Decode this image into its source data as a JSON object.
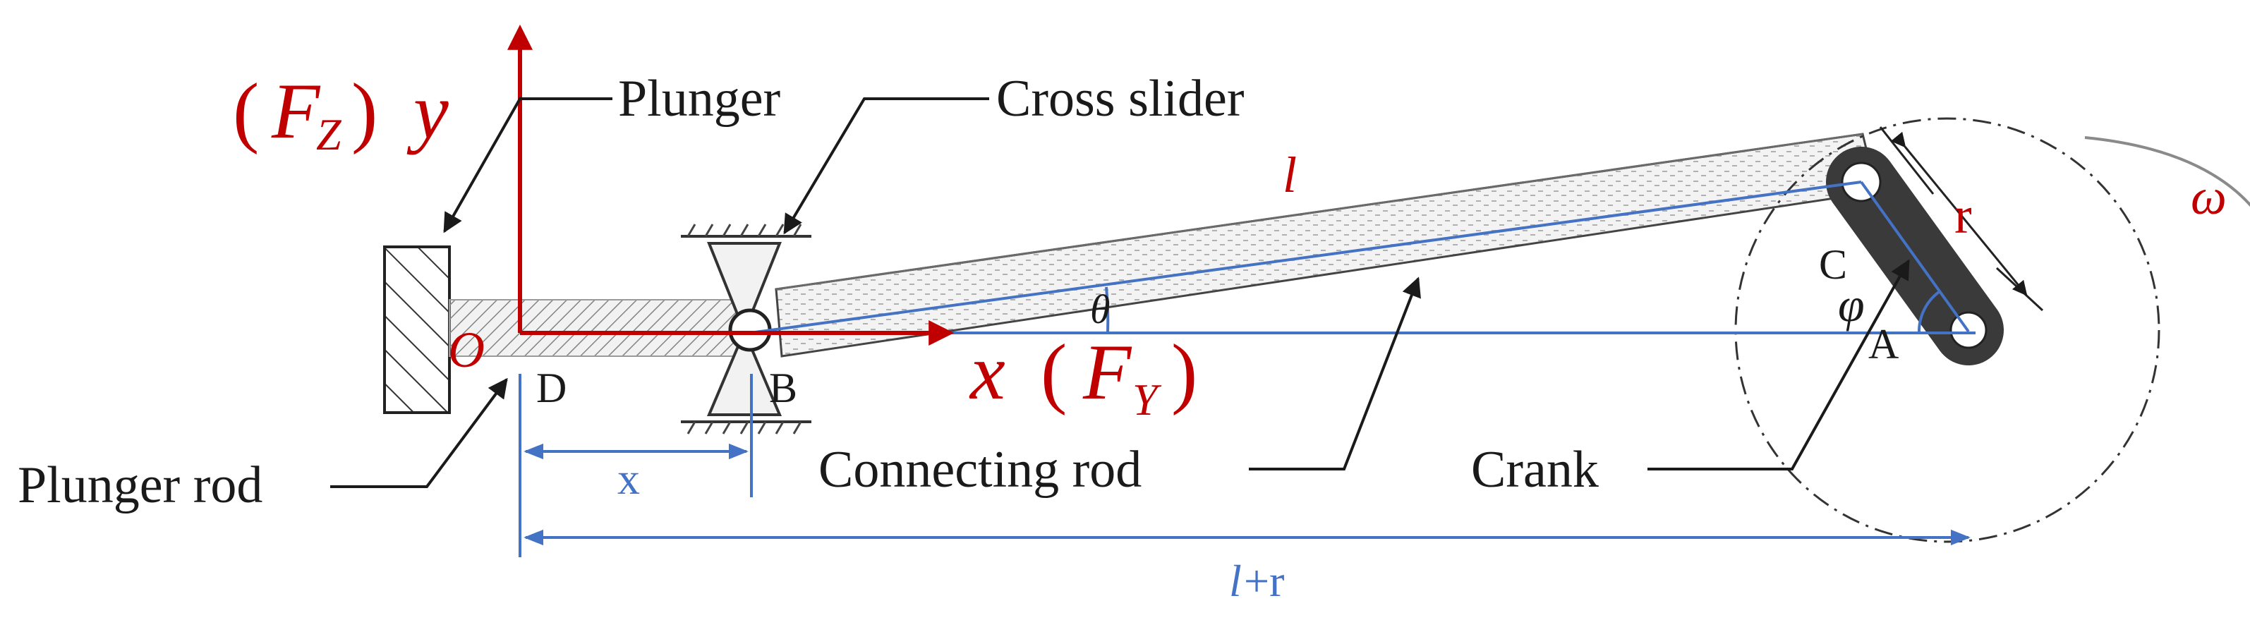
{
  "labels": {
    "plunger": "Plunger",
    "cross_slider": "Cross slider",
    "plunger_rod": "Plunger rod",
    "connecting_rod": "Connecting rod",
    "crank": "Crank"
  },
  "points": {
    "O": "O",
    "D": "D",
    "B": "B",
    "C": "C",
    "A": "A"
  },
  "symbols": {
    "y_axis": "y",
    "x_axis": "x",
    "Fz_open": "(",
    "Fz_F": "F",
    "Fz_sub": "Z",
    "Fz_close": ")",
    "Fy_open": "(",
    "Fy_F": "F",
    "Fy_sub": "Y",
    "Fy_close": ")",
    "rod_length": "l",
    "crank_radius": "r",
    "angle_theta": "θ",
    "angle_phi": "φ",
    "omega": "ω"
  },
  "dimensions": {
    "displacement": "x",
    "total_length_l": "l",
    "total_length_rest": "+r"
  },
  "colors": {
    "axes": "#c00000",
    "dimension": "#4472c4",
    "linework": "#1a1a1a",
    "crank_body": "#3a3a3a"
  }
}
